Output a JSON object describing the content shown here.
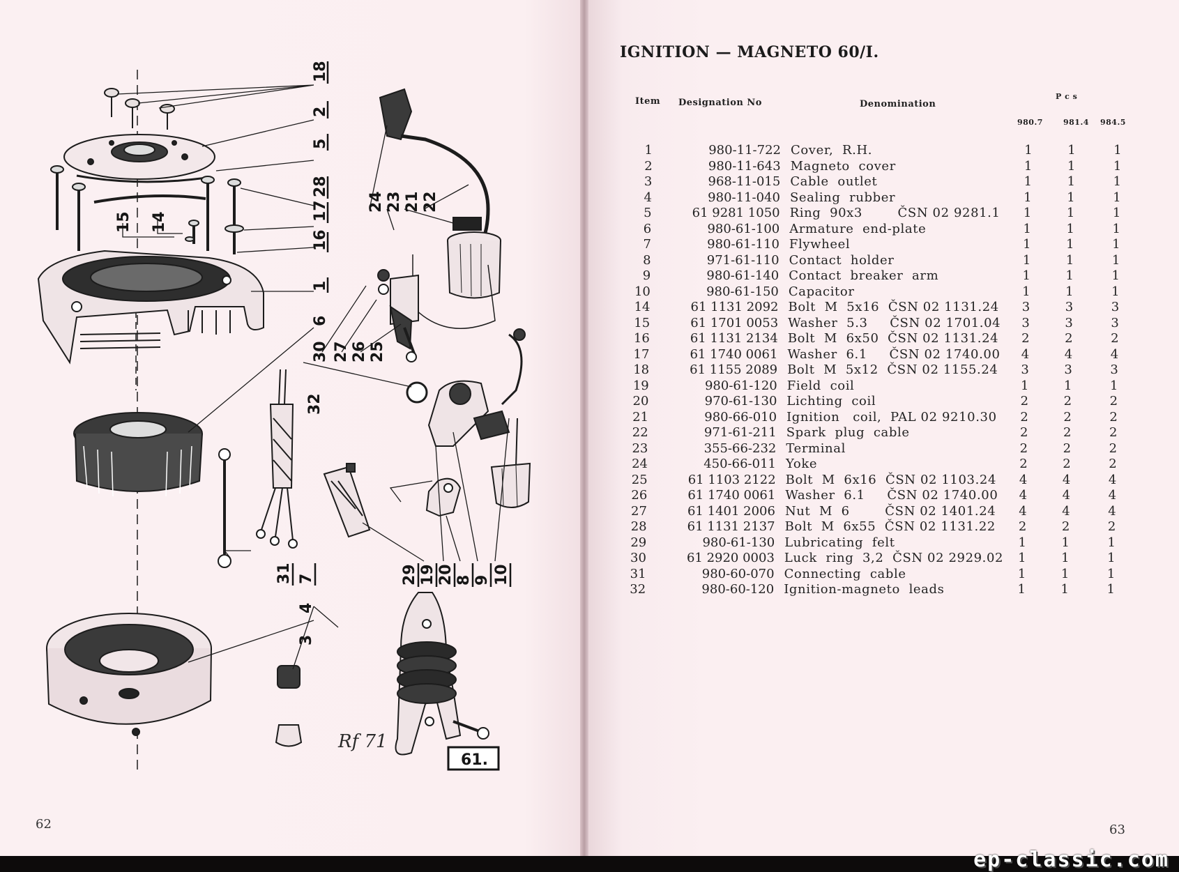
{
  "left_page": {
    "page_number": "62",
    "figure_number": "61.",
    "signature": "Rf 71",
    "callouts": [
      "18",
      "2",
      "5",
      "28",
      "17",
      "16",
      "1",
      "6",
      "15",
      "14",
      "24",
      "23",
      "21",
      "22",
      "30",
      "27",
      "26",
      "25",
      "32",
      "31",
      "7",
      "4",
      "3",
      "29",
      "19",
      "20",
      "8",
      "9",
      "10"
    ]
  },
  "right_page": {
    "page_number": "63",
    "title": "IGNITION — MAGNETO 60/I.",
    "headers": {
      "item": "Item",
      "designation": "Designation No",
      "denomination": "Denomination",
      "pcs": "P c s",
      "models": [
        "980.7",
        "981.4",
        "984.5"
      ]
    },
    "rows": [
      {
        "item": "1",
        "designation": "980-11-722",
        "denomination": "Cover,  R.H.",
        "pcs": [
          "1",
          "1",
          "1"
        ]
      },
      {
        "item": "2",
        "designation": "980-11-643",
        "denomination": "Magneto  cover",
        "pcs": [
          "1",
          "1",
          "1"
        ]
      },
      {
        "item": "3",
        "designation": "968-11-015",
        "denomination": "Cable  outlet",
        "pcs": [
          "1",
          "1",
          "1"
        ]
      },
      {
        "item": "4",
        "designation": "980-11-040",
        "denomination": "Sealing  rubber",
        "pcs": [
          "1",
          "1",
          "1"
        ]
      },
      {
        "item": "5",
        "designation": "61  9281  1050",
        "denomination": "Ring  90x3        ČSN 02 9281.1",
        "pcs": [
          "1",
          "1",
          "1"
        ]
      },
      {
        "item": "6",
        "designation": "980-61-100",
        "denomination": "Armature  end-plate",
        "pcs": [
          "1",
          "1",
          "1"
        ]
      },
      {
        "item": "7",
        "designation": "980-61-110",
        "denomination": "Flywheel",
        "pcs": [
          "1",
          "1",
          "1"
        ]
      },
      {
        "item": "8",
        "designation": "971-61-110",
        "denomination": "Contact  holder",
        "pcs": [
          "1",
          "1",
          "1"
        ]
      },
      {
        "item": "9",
        "designation": "980-61-140",
        "denomination": "Contact  breaker  arm",
        "pcs": [
          "1",
          "1",
          "1"
        ]
      },
      {
        "item": "10",
        "designation": "980-61-150",
        "denomination": "Capacitor",
        "pcs": [
          "1",
          "1",
          "1"
        ]
      },
      {
        "item": "14",
        "designation": "61  1131  2092",
        "denomination": "Bolt  M  5x16  ČSN 02 1131.24",
        "pcs": [
          "3",
          "3",
          "3"
        ]
      },
      {
        "item": "15",
        "designation": "61  1701  0053",
        "denomination": "Washer  5.3     ČSN 02 1701.04",
        "pcs": [
          "3",
          "3",
          "3"
        ]
      },
      {
        "item": "16",
        "designation": "61  1131  2134",
        "denomination": "Bolt  M  6x50  ČSN 02 1131.24",
        "pcs": [
          "2",
          "2",
          "2"
        ]
      },
      {
        "item": "17",
        "designation": "61  1740  0061",
        "denomination": "Washer  6.1     ČSN 02 1740.00",
        "pcs": [
          "4",
          "4",
          "4"
        ]
      },
      {
        "item": "18",
        "designation": "61  1155  2089",
        "denomination": "Bolt  M  5x12  ČSN 02 1155.24",
        "pcs": [
          "3",
          "3",
          "3"
        ]
      },
      {
        "item": "19",
        "designation": "980-61-120",
        "denomination": "Field  coil",
        "pcs": [
          "1",
          "1",
          "1"
        ]
      },
      {
        "item": "20",
        "designation": "970-61-130",
        "denomination": "Lichting  coil",
        "pcs": [
          "2",
          "2",
          "2"
        ]
      },
      {
        "item": "21",
        "designation": "980-66-010",
        "denomination": "Ignition   coil,  PAL 02 9210.30",
        "pcs": [
          "2",
          "2",
          "2"
        ]
      },
      {
        "item": "22",
        "designation": "971-61-211",
        "denomination": "Spark  plug  cable",
        "pcs": [
          "2",
          "2",
          "2"
        ]
      },
      {
        "item": "23",
        "designation": "355-66-232",
        "denomination": "Terminal",
        "pcs": [
          "2",
          "2",
          "2"
        ]
      },
      {
        "item": "24",
        "designation": "450-66-011",
        "denomination": "Yoke",
        "pcs": [
          "2",
          "2",
          "2"
        ]
      },
      {
        "item": "25",
        "designation": "61  1103  2122",
        "denomination": "Bolt  M  6x16  ČSN 02 1103.24",
        "pcs": [
          "4",
          "4",
          "4"
        ]
      },
      {
        "item": "26",
        "designation": "61  1740  0061",
        "denomination": "Washer  6.1     ČSN 02 1740.00",
        "pcs": [
          "4",
          "4",
          "4"
        ]
      },
      {
        "item": "27",
        "designation": "61  1401  2006",
        "denomination": "Nut  M  6        ČSN 02 1401.24",
        "pcs": [
          "4",
          "4",
          "4"
        ]
      },
      {
        "item": "28",
        "designation": "61  1131  2137",
        "denomination": "Bolt  M  6x55  ČSN 02 1131.22",
        "pcs": [
          "2",
          "2",
          "2"
        ]
      },
      {
        "item": "29",
        "designation": "980-61-130",
        "denomination": "Lubricating  felt",
        "pcs": [
          "1",
          "1",
          "1"
        ]
      },
      {
        "item": "30",
        "designation": "61  2920  0003",
        "denomination": "Luck  ring  3,2  ČSN 02 2929.02",
        "pcs": [
          "1",
          "1",
          "1"
        ]
      },
      {
        "item": "31",
        "designation": "980-60-070",
        "denomination": "Connecting  cable",
        "pcs": [
          "1",
          "1",
          "1"
        ]
      },
      {
        "item": "32",
        "designation": "980-60-120",
        "denomination": "Ignition-magneto  leads",
        "pcs": [
          "1",
          "1",
          "1"
        ]
      }
    ]
  },
  "watermark": "ep-classic.com"
}
